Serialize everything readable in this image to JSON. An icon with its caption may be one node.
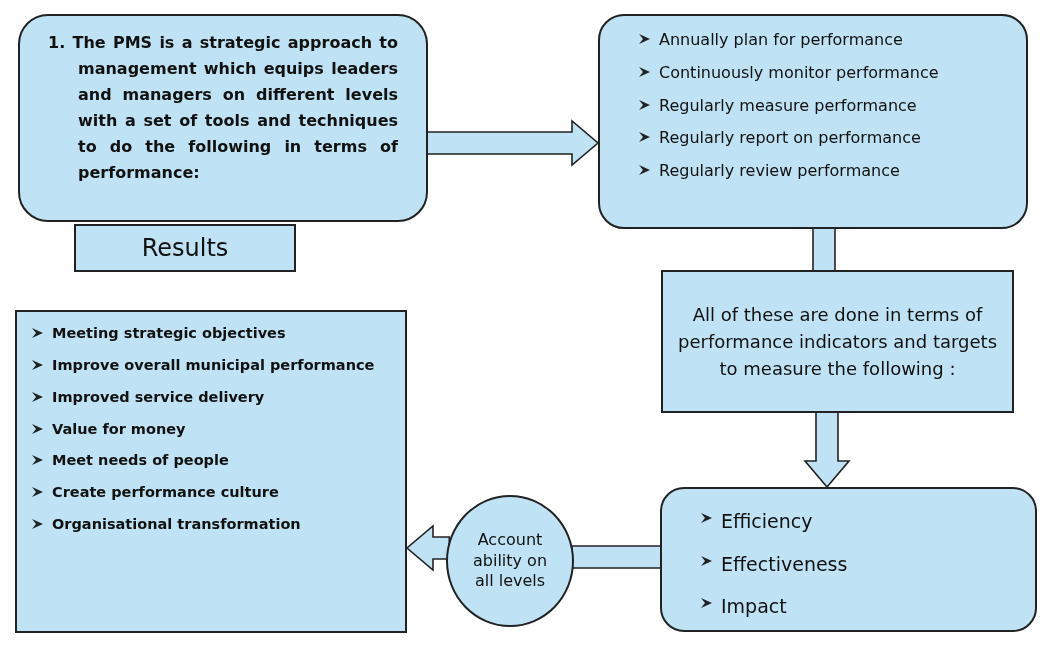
{
  "diagram": {
    "nodes": [
      {
        "text": [
          "1. The PMS is a strategic approach to management which equips leaders and managers on different levels with a set of tools and techniques to do the following in terms of performance:"
        ]
      },
      {
        "text": [
          "Annually plan for performance",
          "Continuously monitor performance",
          "Regularly measure performance",
          "Regularly report on performance",
          "Regularly review performance"
        ]
      },
      {
        "text": [
          "All of these are done in terms of performance indicators and targets to measure the following :"
        ]
      },
      {
        "text": [
          "Efficiency",
          "Effectiveness",
          "Impact"
        ]
      },
      {
        "text": [
          "Account ability on all levels"
        ]
      },
      {
        "text": [
          "Results"
        ]
      },
      {
        "text": [
          "Meeting strategic objectives",
          "Improve overall municipal performance",
          "Improved service delivery",
          "Value for money",
          "Meet needs of people",
          "Create performance culture",
          "Organisational transformation"
        ]
      }
    ],
    "edges": [
      {
        "from": 0,
        "to": 1,
        "arrow": "to"
      },
      {
        "from": 1,
        "to": 2,
        "arrow": "none"
      },
      {
        "from": 2,
        "to": 3,
        "arrow": "to"
      },
      {
        "from": 3,
        "to": 4,
        "arrow": "none"
      },
      {
        "from": 4,
        "to": 6,
        "arrow": "to"
      }
    ]
  }
}
